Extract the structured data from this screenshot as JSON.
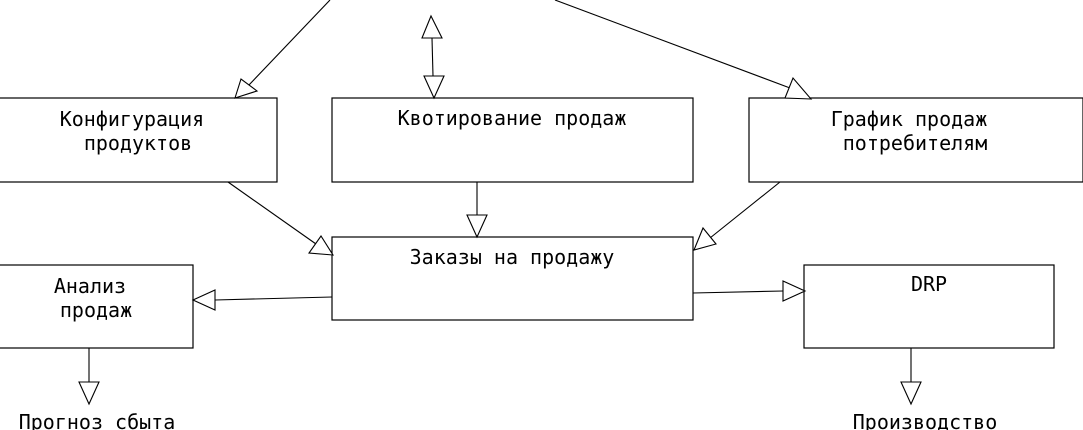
{
  "diagram": {
    "stroke_color": "#000000",
    "background_color": "#ffffff",
    "nodes": {
      "product_configuration": {
        "lines": [
          "Конфигурация",
          "продуктов"
        ]
      },
      "sales_quoting": {
        "lines": [
          "Квотирование продаж"
        ]
      },
      "sales_schedule": {
        "lines": [
          "График продаж",
          "потребителям"
        ]
      },
      "sales_orders": {
        "lines": [
          "Заказы на продажу"
        ]
      },
      "sales_analysis": {
        "lines": [
          "Анализ",
          "продаж"
        ]
      },
      "drp": {
        "lines": [
          "DRP"
        ]
      },
      "sales_forecast": {
        "lines": [
          "Прогноз сбыта"
        ]
      },
      "production": {
        "lines": [
          "Производство"
        ]
      }
    }
  }
}
